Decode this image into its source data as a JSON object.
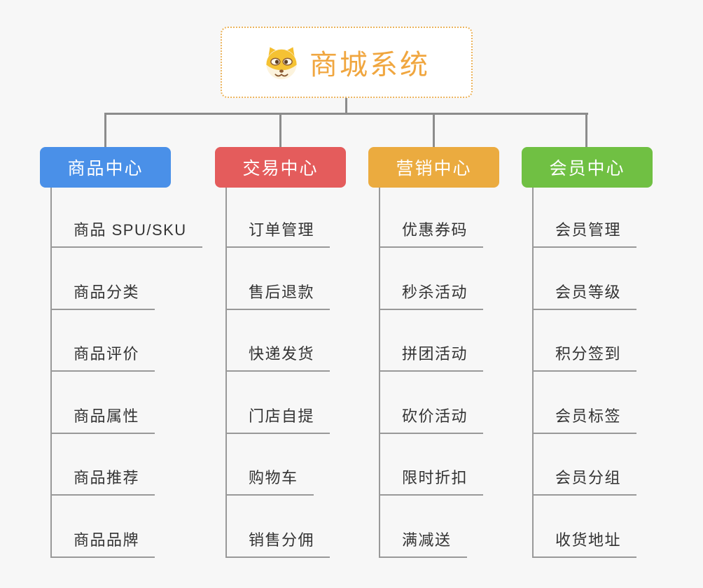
{
  "root": {
    "label": "商城系统",
    "icon": "dog-face-icon",
    "text_color": "#f0a63f",
    "border_color": "#ecb45c",
    "background": "#ffffff"
  },
  "connector_color": "#8c8c8c",
  "leaf_line_color": "#999999",
  "page_background": "#f7f7f7",
  "branches": [
    {
      "label": "商品中心",
      "color": "#4a90e8",
      "children": [
        "商品 SPU/SKU",
        "商品分类",
        "商品评价",
        "商品属性",
        "商品推荐",
        "商品品牌"
      ]
    },
    {
      "label": "交易中心",
      "color": "#e45c5c",
      "children": [
        "订单管理",
        "售后退款",
        "快递发货",
        "门店自提",
        "购物车",
        "销售分佣"
      ]
    },
    {
      "label": "营销中心",
      "color": "#ebab3f",
      "children": [
        "优惠券码",
        "秒杀活动",
        "拼团活动",
        "砍价活动",
        "限时折扣",
        "满减送"
      ]
    },
    {
      "label": "会员中心",
      "color": "#70c043",
      "children": [
        "会员管理",
        "会员等级",
        "积分签到",
        "会员标签",
        "会员分组",
        "收货地址"
      ]
    }
  ]
}
